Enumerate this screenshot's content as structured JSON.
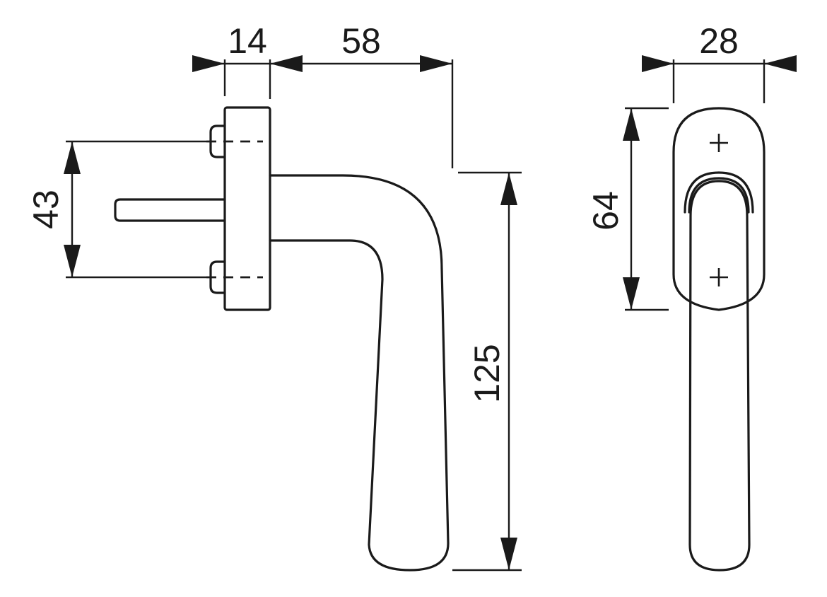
{
  "dimensions": {
    "rose_thickness": "14",
    "handle_projection": "58",
    "screw_spacing": "43",
    "handle_length": "125",
    "rose_width": "28",
    "rose_height": "64"
  }
}
